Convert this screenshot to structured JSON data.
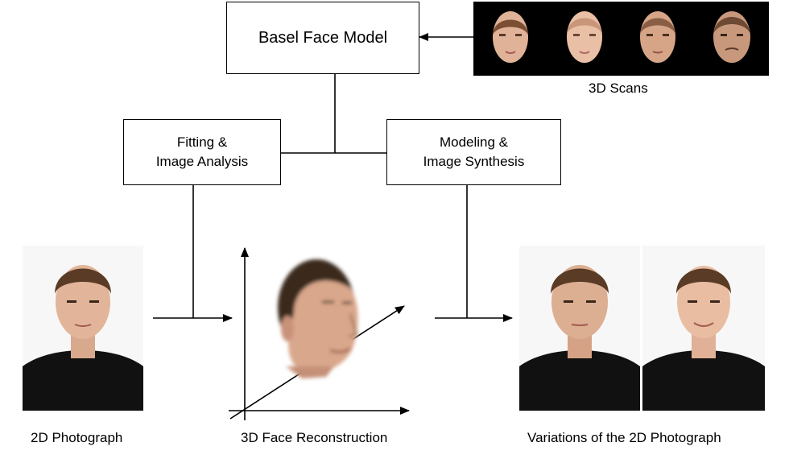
{
  "boxes": {
    "model": "Basel Face Model",
    "fitting": [
      "Fitting &",
      "Image Analysis"
    ],
    "modeling": [
      "Modeling &",
      "Image Synthesis"
    ]
  },
  "captions": {
    "scans": "3D Scans",
    "photo": "2D Photograph",
    "reconstruction": "3D Face Reconstruction",
    "variations": "Variations of the 2D Photograph"
  },
  "icons": [
    "head-scan-icon",
    "face-photo-icon",
    "face-3d-icon"
  ],
  "colors": {
    "scan_background": "#000000",
    "skin": "#e2b59a",
    "hair": "#5a3b25",
    "shirt": "#111111"
  }
}
